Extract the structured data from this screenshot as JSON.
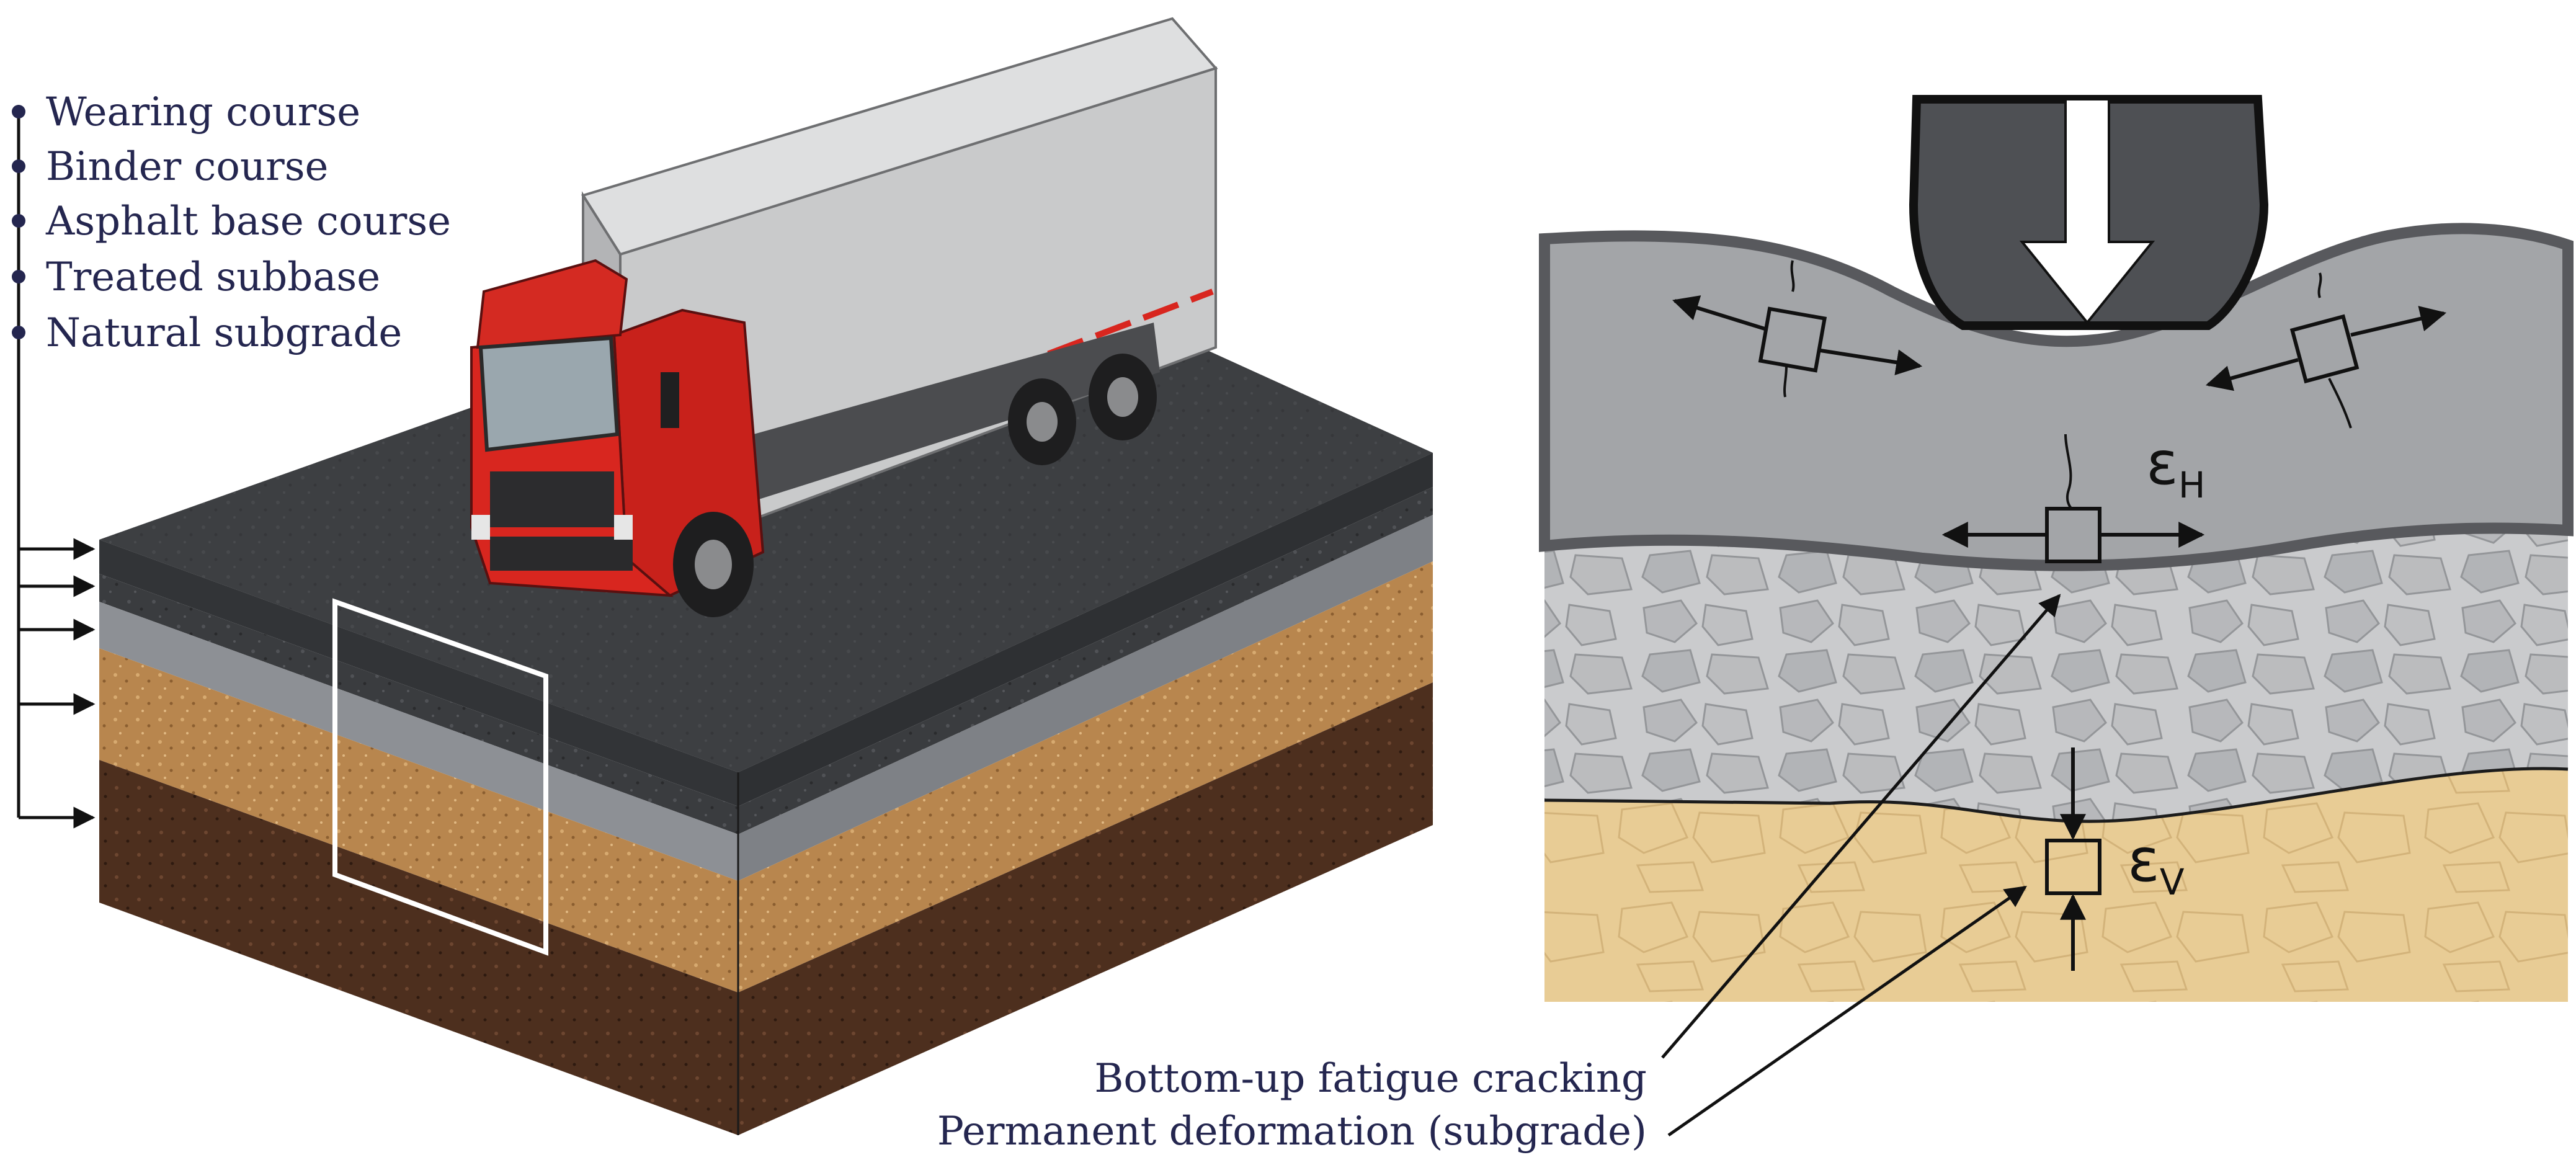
{
  "layers": [
    {
      "label": "Wearing course",
      "color": "#3b3d40"
    },
    {
      "label": "Binder course",
      "color": "#2c2e31"
    },
    {
      "label": "Asphalt base course",
      "color": "#8d9095"
    },
    {
      "label": "Treated subbase",
      "color": "#b9874f"
    },
    {
      "label": "Natural subgrade",
      "color": "#4a2d1c"
    }
  ],
  "strains": {
    "horizontal_symbol": "ε",
    "horizontal_sub": "H",
    "vertical_symbol": "ε",
    "vertical_sub": "V"
  },
  "callouts": {
    "fatigue": "Bottom-up fatigue cracking",
    "deformation": "Permanent deformation (subgrade)"
  },
  "colors": {
    "label_text": "#24264f",
    "asphalt_section": "#a3a5a8",
    "asphalt_border": "#5a5c60",
    "aggregate_base": "#c6c7c9",
    "subgrade_section": "#e6c990",
    "tire": "#4e5054",
    "truck_cab": "#d8261f",
    "truck_box": "#cfd0d1"
  }
}
